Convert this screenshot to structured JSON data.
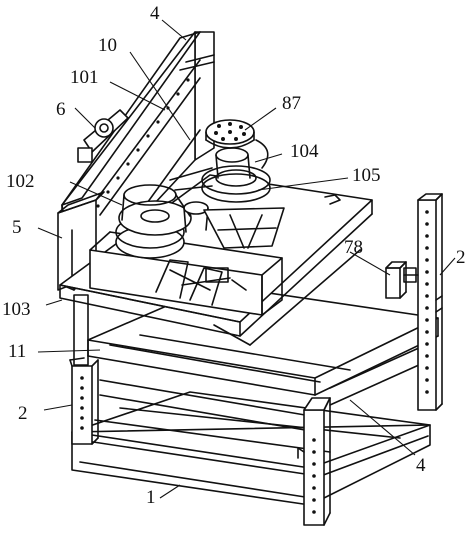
{
  "figure": {
    "labels": {
      "l4_top": "4",
      "l10": "10",
      "l101": "101",
      "l6": "6",
      "l87": "87",
      "l104": "104",
      "l102": "102",
      "l105": "105",
      "l5": "5",
      "l78": "78",
      "l2_right": "2",
      "l103": "103",
      "l11": "11",
      "l2_left": "2",
      "l4_bottom": "4",
      "l1": "1"
    }
  }
}
